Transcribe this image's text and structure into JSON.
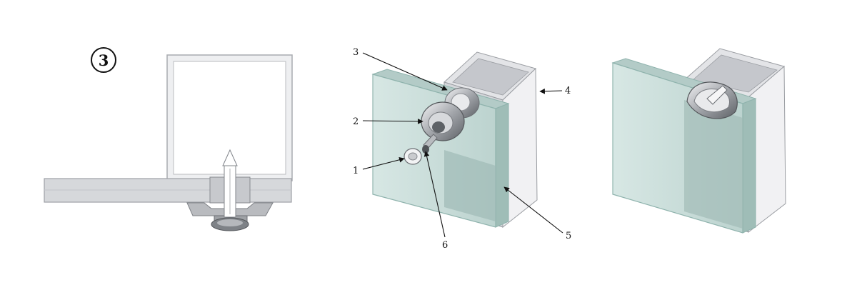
{
  "step": {
    "number": "3"
  },
  "callouts": [
    {
      "id": "1",
      "text": "1"
    },
    {
      "id": "2",
      "text": "2"
    },
    {
      "id": "3",
      "text": "3"
    },
    {
      "id": "4",
      "text": "4"
    },
    {
      "id": "5",
      "text": "5"
    },
    {
      "id": "6",
      "text": "6"
    }
  ],
  "colors": {
    "glass": "#c9ddda",
    "glass_edge": "#8fb3ad",
    "profile_face": "#f2f2f4",
    "profile_side": "#d9d9de",
    "metal": "#a9abaf"
  }
}
